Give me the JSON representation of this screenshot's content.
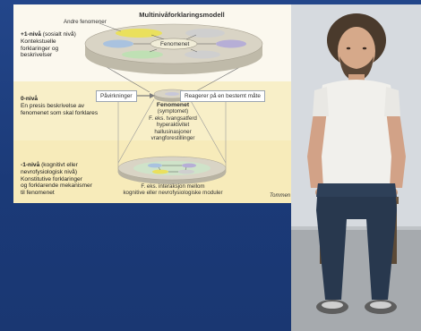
{
  "diagram": {
    "title": "Multinivåforklaringsmodell",
    "levels": [
      {
        "id": "plus1",
        "title": "+1-nivå",
        "qualifier": "(sosialt nivå)",
        "desc": [
          "Kontekstuelle",
          "forklaringer og",
          "beskrivelser"
        ]
      },
      {
        "id": "zero",
        "title": "0-nivå",
        "qualifier": "",
        "desc": [
          "En presis beskrivelse av",
          "fenomenet som skal forklares"
        ]
      },
      {
        "id": "minus1",
        "title": "-1-nivå",
        "qualifier": "(kognitivt eller",
        "qualifier2": "nevrofysiologisk nivå)",
        "desc": [
          "Konstitutive forklaringer",
          "og forklarende mekanismer",
          "til fenomenet"
        ]
      }
    ],
    "other_phenomena": "Andre fenomener",
    "phenomenon_top": "Fenomenet",
    "influences": "Påvirkninger",
    "reaction": "Reagerer på en bestemt måte",
    "phenomenon_center": "Fenomenet",
    "symptom": "(symptomet)",
    "examples": [
      "F. eks. tvangsatferd",
      "hyperaktivitet",
      "hallusinasjoner",
      "vrangforestillinger"
    ],
    "interaction": [
      "F. eks. interaksjon mellom",
      "kognitive eller nevrofysiologiske moduler"
    ],
    "signature": "Tommen"
  },
  "colors": {
    "background": "#1e3d7a",
    "band_zero": "#f8efc8",
    "band_minus1": "#f7ebba",
    "disc_top": "#d8d3c4",
    "ellipse_yellow": "#eae05d",
    "ellipse_blue": "#a9c2df",
    "ellipse_green": "#bfe0b4",
    "ellipse_purple": "#b6aed6",
    "ellipse_gray": "#cfcfcf"
  },
  "photo": {
    "description_icon": "seated-man-photo"
  }
}
